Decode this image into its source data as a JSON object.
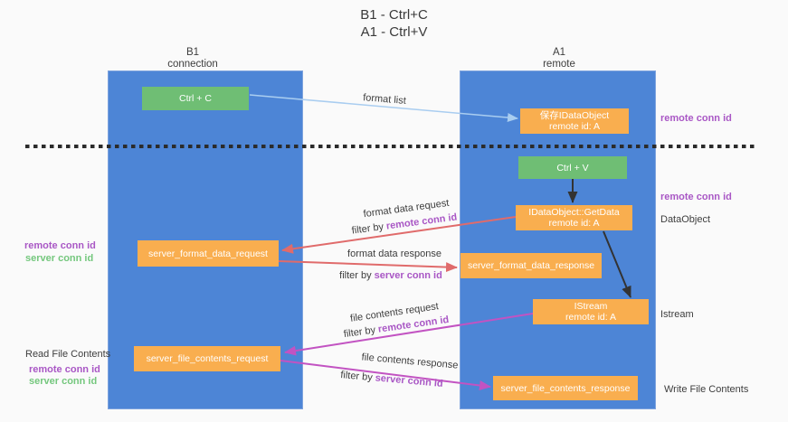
{
  "title": {
    "line1": "B1 - Ctrl+C",
    "line2": "A1 - Ctrl+V"
  },
  "lanes": {
    "left": {
      "header_line1": "B1",
      "header_line2": "connection"
    },
    "right": {
      "header_line1": "A1",
      "header_line2": "remote"
    }
  },
  "nodes": {
    "ctrl_c": "Ctrl + C",
    "ctrl_v": "Ctrl + V",
    "save_idataobject": {
      "line1": "保存IDataObject",
      "line2": "remote id: A"
    },
    "getdata": {
      "line1": "IDataObject::GetData",
      "line2": "remote id: A"
    },
    "istream": {
      "line1": "IStream",
      "line2": "remote id: A"
    },
    "server_format_data_request": "server_format_data_request",
    "server_format_data_response": "server_format_data_response",
    "server_file_contents_request": "server_file_contents_request",
    "server_file_contents_response": "server_file_contents_response"
  },
  "edge_labels": {
    "format_list": "format list",
    "format_data_request": "format data request",
    "format_data_response": "format data response",
    "file_contents_request": "file contents request",
    "file_contents_response": "file contents response",
    "filter_by": "filter by",
    "remote_conn_id": "remote conn id",
    "server_conn_id": "server conn id"
  },
  "side_labels": {
    "left_remote_conn_id": "remote conn id",
    "left_server_conn_id": "server conn id",
    "read_file_contents": "Read File Contents",
    "read_remote_conn_id": "remote conn id",
    "read_server_conn_id": "server conn id",
    "right_remote_conn_id_top": "remote conn id",
    "right_remote_conn_id_mid": "remote conn id",
    "data_object": "DataObject",
    "istream": "Istream",
    "write_file_contents": "Write File Contents"
  },
  "colors": {
    "lane_blue": "#4d85d6",
    "node_orange": "#f9ae4f",
    "node_green": "#6fbe74",
    "arrow_light_blue": "#a9cdf0",
    "arrow_red": "#e06b6b",
    "arrow_magenta": "#c253c2",
    "arrow_black": "#333333",
    "label_purple": "#a957c5",
    "label_green": "#74c77d",
    "dashed_line": "#2b2b2b",
    "background": "#fafafa"
  }
}
